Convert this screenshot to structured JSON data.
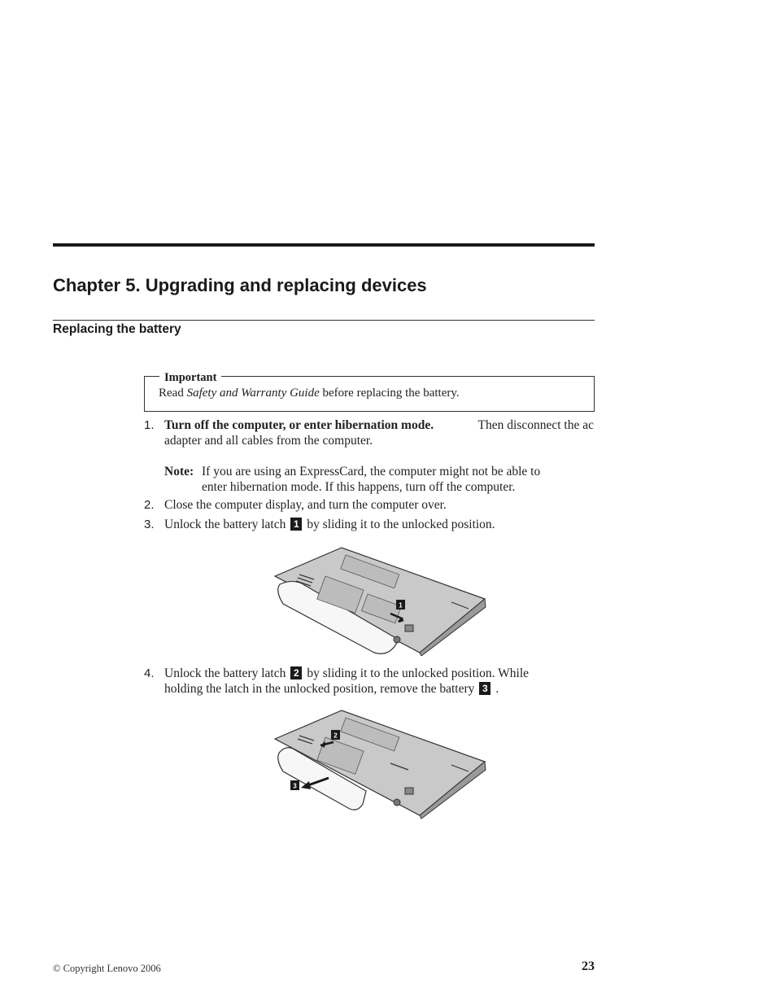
{
  "chapter": {
    "title": "Chapter 5. Upgrading and replacing devices"
  },
  "section": {
    "title": "Replacing the battery"
  },
  "important": {
    "label": "Important",
    "read": "Read",
    "guide": "Safety and Warranty Guide",
    "rest": "before replacing the battery."
  },
  "steps": [
    {
      "number": "1.",
      "bold": "Turn off the computer, or enter hibernation mode.",
      "line1_rest": "Then disconnect the ac",
      "line2": "adapter and all cables from the computer."
    },
    {
      "number": "2.",
      "text": "Close the computer display, and turn the computer over."
    },
    {
      "number": "3.",
      "before": "Unlock the battery latch",
      "badge": "1",
      "after": "by sliding it to the unlocked position."
    },
    {
      "number": "4.",
      "before": "Unlock the battery latch",
      "badge": "2",
      "after": "by sliding it to the unlocked position. While",
      "line2_before": "holding the latch in the unlocked position, remove the battery",
      "badge2": "3",
      "line2_after": "."
    }
  ],
  "note": {
    "label": "Note:",
    "line1": "If you are using an ExpressCard, the computer might not be able to",
    "line2": "enter hibernation mode. If this happens, turn off the computer."
  },
  "figures": {
    "fig1_callout": "1",
    "fig2_callout_a": "2",
    "fig2_callout_b": "3"
  },
  "footer": {
    "copyright": "© Copyright Lenovo 2006",
    "page_number": "23"
  }
}
